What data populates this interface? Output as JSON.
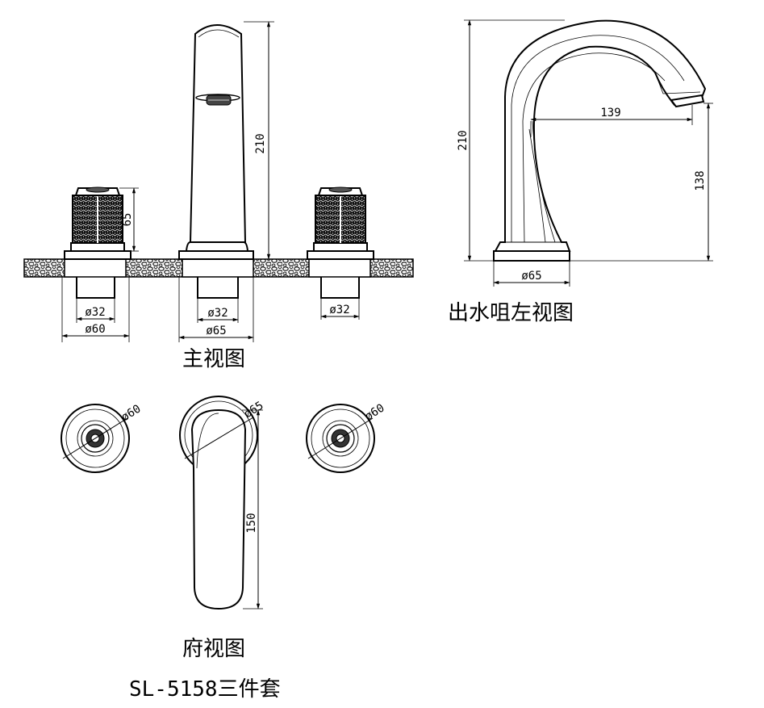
{
  "captions": {
    "front": "主视图",
    "side": "出水咀左视图",
    "top": "府视图",
    "model": "SL-5158三件套"
  },
  "dimensions": {
    "front": {
      "spout_height": "210",
      "handle_height": "65",
      "left_shank": "ø32",
      "center_shank": "ø32",
      "right_shank": "ø32",
      "left_base": "ø60",
      "center_base": "ø65"
    },
    "side": {
      "total_height": "210",
      "reach": "139",
      "outlet_height": "138",
      "base": "ø65"
    },
    "top": {
      "left_handle": "ø60",
      "spout_base": "ø65",
      "right_handle": "ø60",
      "spout_length": "150"
    }
  }
}
